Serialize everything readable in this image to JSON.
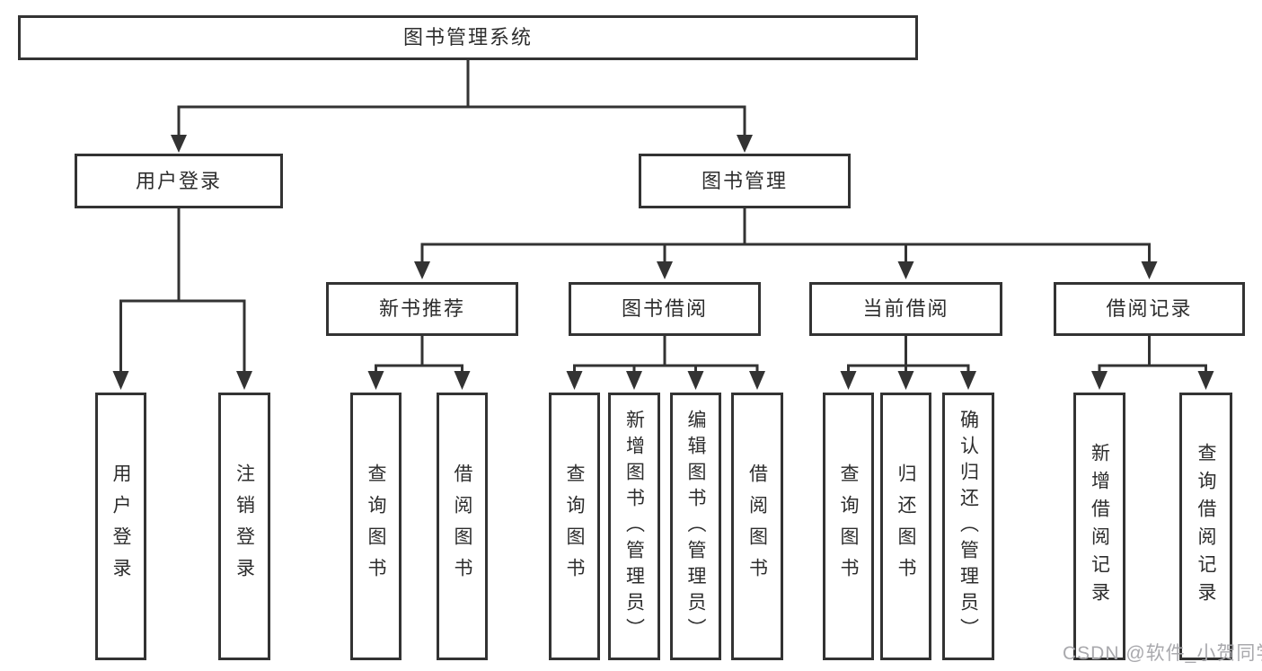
{
  "root": {
    "label": "图书管理系统"
  },
  "level1": [
    {
      "label": "用户登录"
    },
    {
      "label": "图书管理"
    }
  ],
  "level2": [
    {
      "label": "新书推荐"
    },
    {
      "label": "图书借阅"
    },
    {
      "label": "当前借阅"
    },
    {
      "label": "借阅记录"
    }
  ],
  "leaves": {
    "user_login": [
      "用户登录",
      "注销登录"
    ],
    "new_book": [
      "查询图书",
      "借阅图书"
    ],
    "book_borrow": [
      "查询图书",
      "新增图书（管理员）",
      "编辑图书（管理员）",
      "借阅图书"
    ],
    "current_borrow": [
      "查询图书",
      "归还图书",
      "确认归还（管理员）"
    ],
    "borrow_records": [
      "新增借阅记录",
      "查询借阅记录"
    ]
  },
  "watermark": "CSDN @软件_小贺同学",
  "colors": {
    "line": "#333333",
    "box_border": "#333333",
    "text": "#2d2d2d",
    "watermark": "#a9a9ad",
    "background": "#ffffff"
  }
}
